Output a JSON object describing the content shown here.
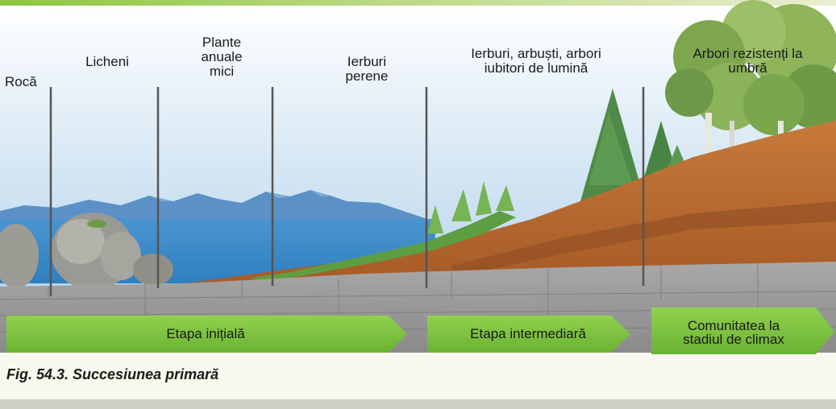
{
  "colors": {
    "sky": "#b9d7ee",
    "mountains": "#5d92c8",
    "lake": "#3f8fcb",
    "soil": "#b8682f",
    "bedrock": "#9b9b9b",
    "grass": "#5f9f43",
    "arrow": "#7ec342",
    "background": "#f8f8ee"
  },
  "labels": {
    "roca": "Rocă",
    "licheni": "Licheni",
    "plante_anuale": "Plante\nanuale\nmici",
    "ierburi_perene": "Ierburi\nperene",
    "ierburi_arbusti": "Ierburi, arbuști, arbori\niubitori de lumină",
    "arbori_umbra": "Arbori rezistenți la\numbră"
  },
  "stages": {
    "initiala": "Etapa inițială",
    "intermediara": "Etapa intermediară",
    "climax": "Comunitatea la\nstadiul de climax"
  },
  "caption": "Fig. 54.3. Succesiunea primară"
}
